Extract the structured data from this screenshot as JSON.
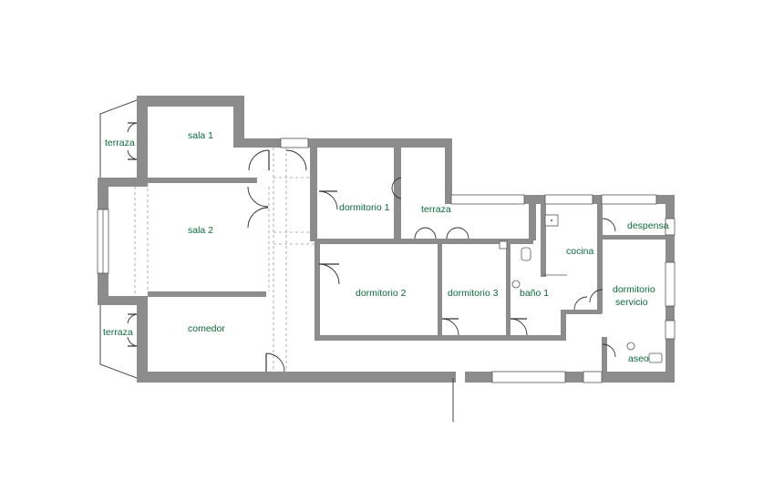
{
  "colors": {
    "label": "#0b6b3a",
    "wall": "#8c8c8c",
    "line": "#333333"
  },
  "rooms": {
    "terraza_top": "terraza",
    "sala1": "sala 1",
    "sala2": "sala 2",
    "terraza_bottom": "terraza",
    "comedor": "comedor",
    "dormitorio1": "dormitorio 1",
    "terraza_mid": "terraza",
    "dormitorio2": "dormitorio 2",
    "dormitorio3": "dormitorio 3",
    "bano1": "baño 1",
    "cocina": "cocina",
    "despensa": "despensa",
    "dormitorio_servicio_1": "dormitorio",
    "dormitorio_servicio_2": "servicio",
    "aseo": "aseo"
  }
}
